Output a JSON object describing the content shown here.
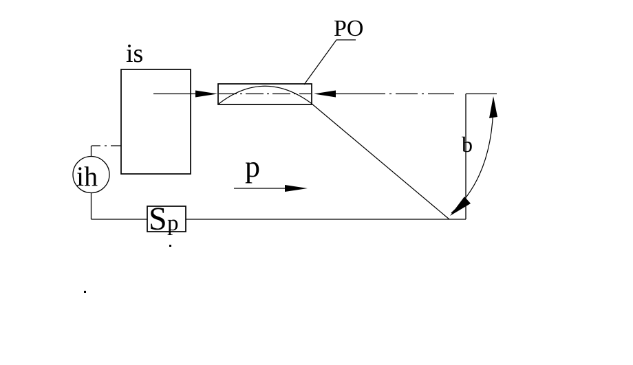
{
  "figure": {
    "background_color": "#ffffff",
    "line_color": "#000000",
    "labels": {
      "source_box": "is",
      "lamp_circle": "ih",
      "sp_box_main": "S",
      "sp_box_sub": "p",
      "po_callout": "PO",
      "flow_arrow": "p",
      "angle_arc": "b"
    }
  }
}
